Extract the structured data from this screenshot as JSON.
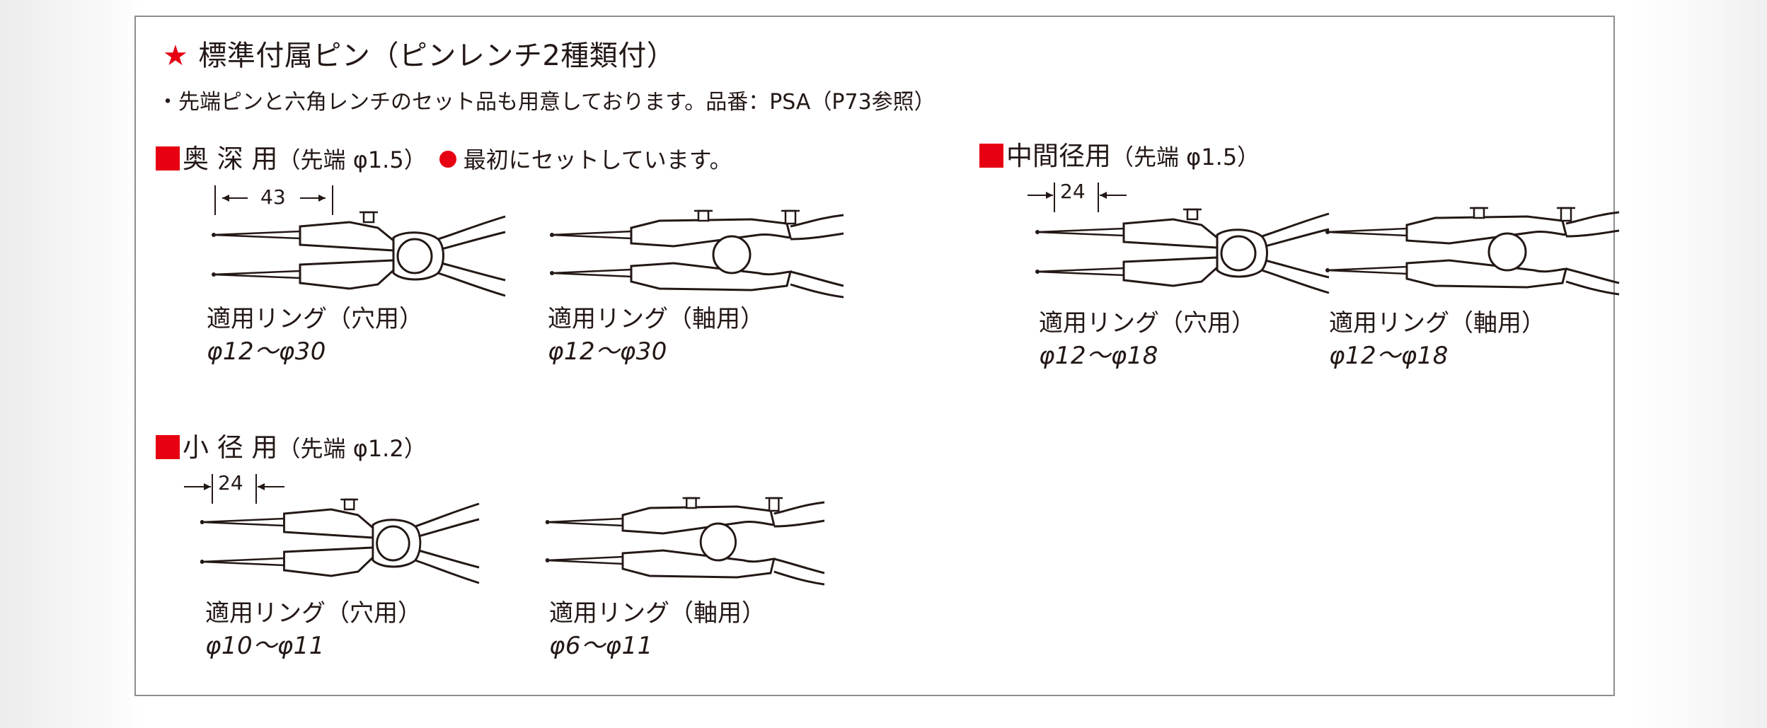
{
  "title": {
    "star": "★",
    "text": "標準付属ピン（ピンレンチ2種類付）"
  },
  "note": "・先端ピンと六角レンチのセット品も用意しております。品番：PSA（P73参照）",
  "sections": {
    "oku": {
      "heading": "奥 深 用",
      "sub": "（先端 φ1.5）",
      "extra": "最初にセットしています。",
      "dimension": "43",
      "items": [
        {
          "label": "適用リング（穴用）",
          "range": "φ12～φ30"
        },
        {
          "label": "適用リング（軸用）",
          "range": "φ12～φ30"
        }
      ]
    },
    "chukan": {
      "heading": "中間径用",
      "sub": "（先端 φ1.5）",
      "dimension": "24",
      "items": [
        {
          "label": "適用リング（穴用）",
          "range": "φ12～φ18"
        },
        {
          "label": "適用リング（軸用）",
          "range": "φ12～φ18"
        }
      ]
    },
    "sho": {
      "heading": "小 径 用",
      "sub": "（先端 φ1.2）",
      "dimension": "24",
      "items": [
        {
          "label": "適用リング（穴用）",
          "range": "φ10～φ11"
        },
        {
          "label": "適用リング（軸用）",
          "range": "φ6～φ11"
        }
      ]
    }
  },
  "colors": {
    "accent": "#e60012",
    "ink": "#231815",
    "frame": "#8d8d8d"
  }
}
